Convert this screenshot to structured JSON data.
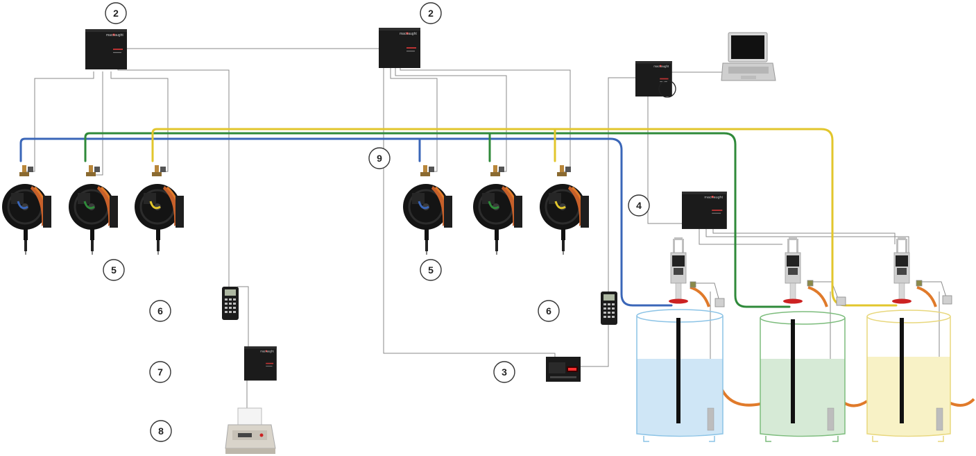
{
  "diagram": {
    "callouts": {
      "c2a": "2",
      "c2b": "2",
      "c9": "9",
      "c4": "4",
      "c5a": "5",
      "c5b": "5",
      "c6a": "6",
      "c6b": "6",
      "c7": "7",
      "c8": "8",
      "c3": "3"
    },
    "brand": "macnaught",
    "fluid_colors": {
      "blue": "#3a66b8",
      "green": "#2f8a3a",
      "yellow": "#e2c62c",
      "hose": "#e07a2a"
    },
    "tank_fills": {
      "blue": "#cfe6f6",
      "green": "#d6ead6",
      "yellow": "#f8f2c6"
    }
  }
}
